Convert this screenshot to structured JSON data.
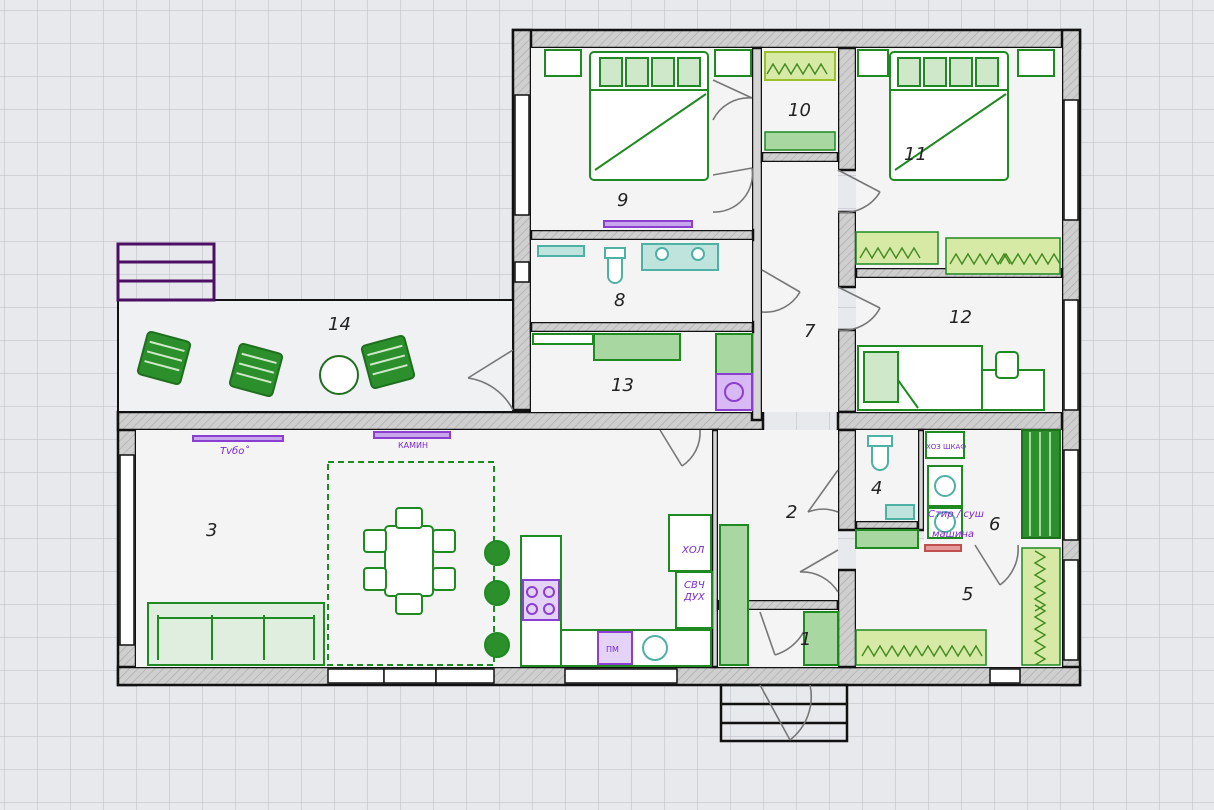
{
  "rooms": [
    {
      "id": "1",
      "label": "1"
    },
    {
      "id": "2",
      "label": "2"
    },
    {
      "id": "3",
      "label": "3"
    },
    {
      "id": "4",
      "label": "4"
    },
    {
      "id": "5",
      "label": "5"
    },
    {
      "id": "6",
      "label": "6"
    },
    {
      "id": "7",
      "label": "7"
    },
    {
      "id": "8",
      "label": "8"
    },
    {
      "id": "9",
      "label": "9"
    },
    {
      "id": "10",
      "label": "10"
    },
    {
      "id": "11",
      "label": "11"
    },
    {
      "id": "12",
      "label": "12"
    },
    {
      "id": "13",
      "label": "13"
    },
    {
      "id": "14",
      "label": "14"
    }
  ],
  "appliance_labels": {
    "tv": "Тvбо˚",
    "fireplace": "КАМИН",
    "fridge": "ХОЛ",
    "microwave_oven_line1": "СВЧ",
    "microwave_oven_line2": "ДУХ",
    "dishwasher": "ПМ",
    "household_cabinet": "ХОЗ ШКАФ",
    "washer_dryer_line1": "Стир / суш",
    "washer_dryer_line2": "машина"
  },
  "colors": {
    "grid": "#b9bcc3",
    "background": "#e8e9ec",
    "wall_fill": "#c8c8c8",
    "wall_outline": "#111111",
    "furniture": "#1f8a22",
    "furniture_fill": "#a9d7a2",
    "wardrobe": "#9bbf2a",
    "plumbing": "#4fb1a3",
    "appliance": "#8a3fd1",
    "stairs": "#4b0f64"
  }
}
